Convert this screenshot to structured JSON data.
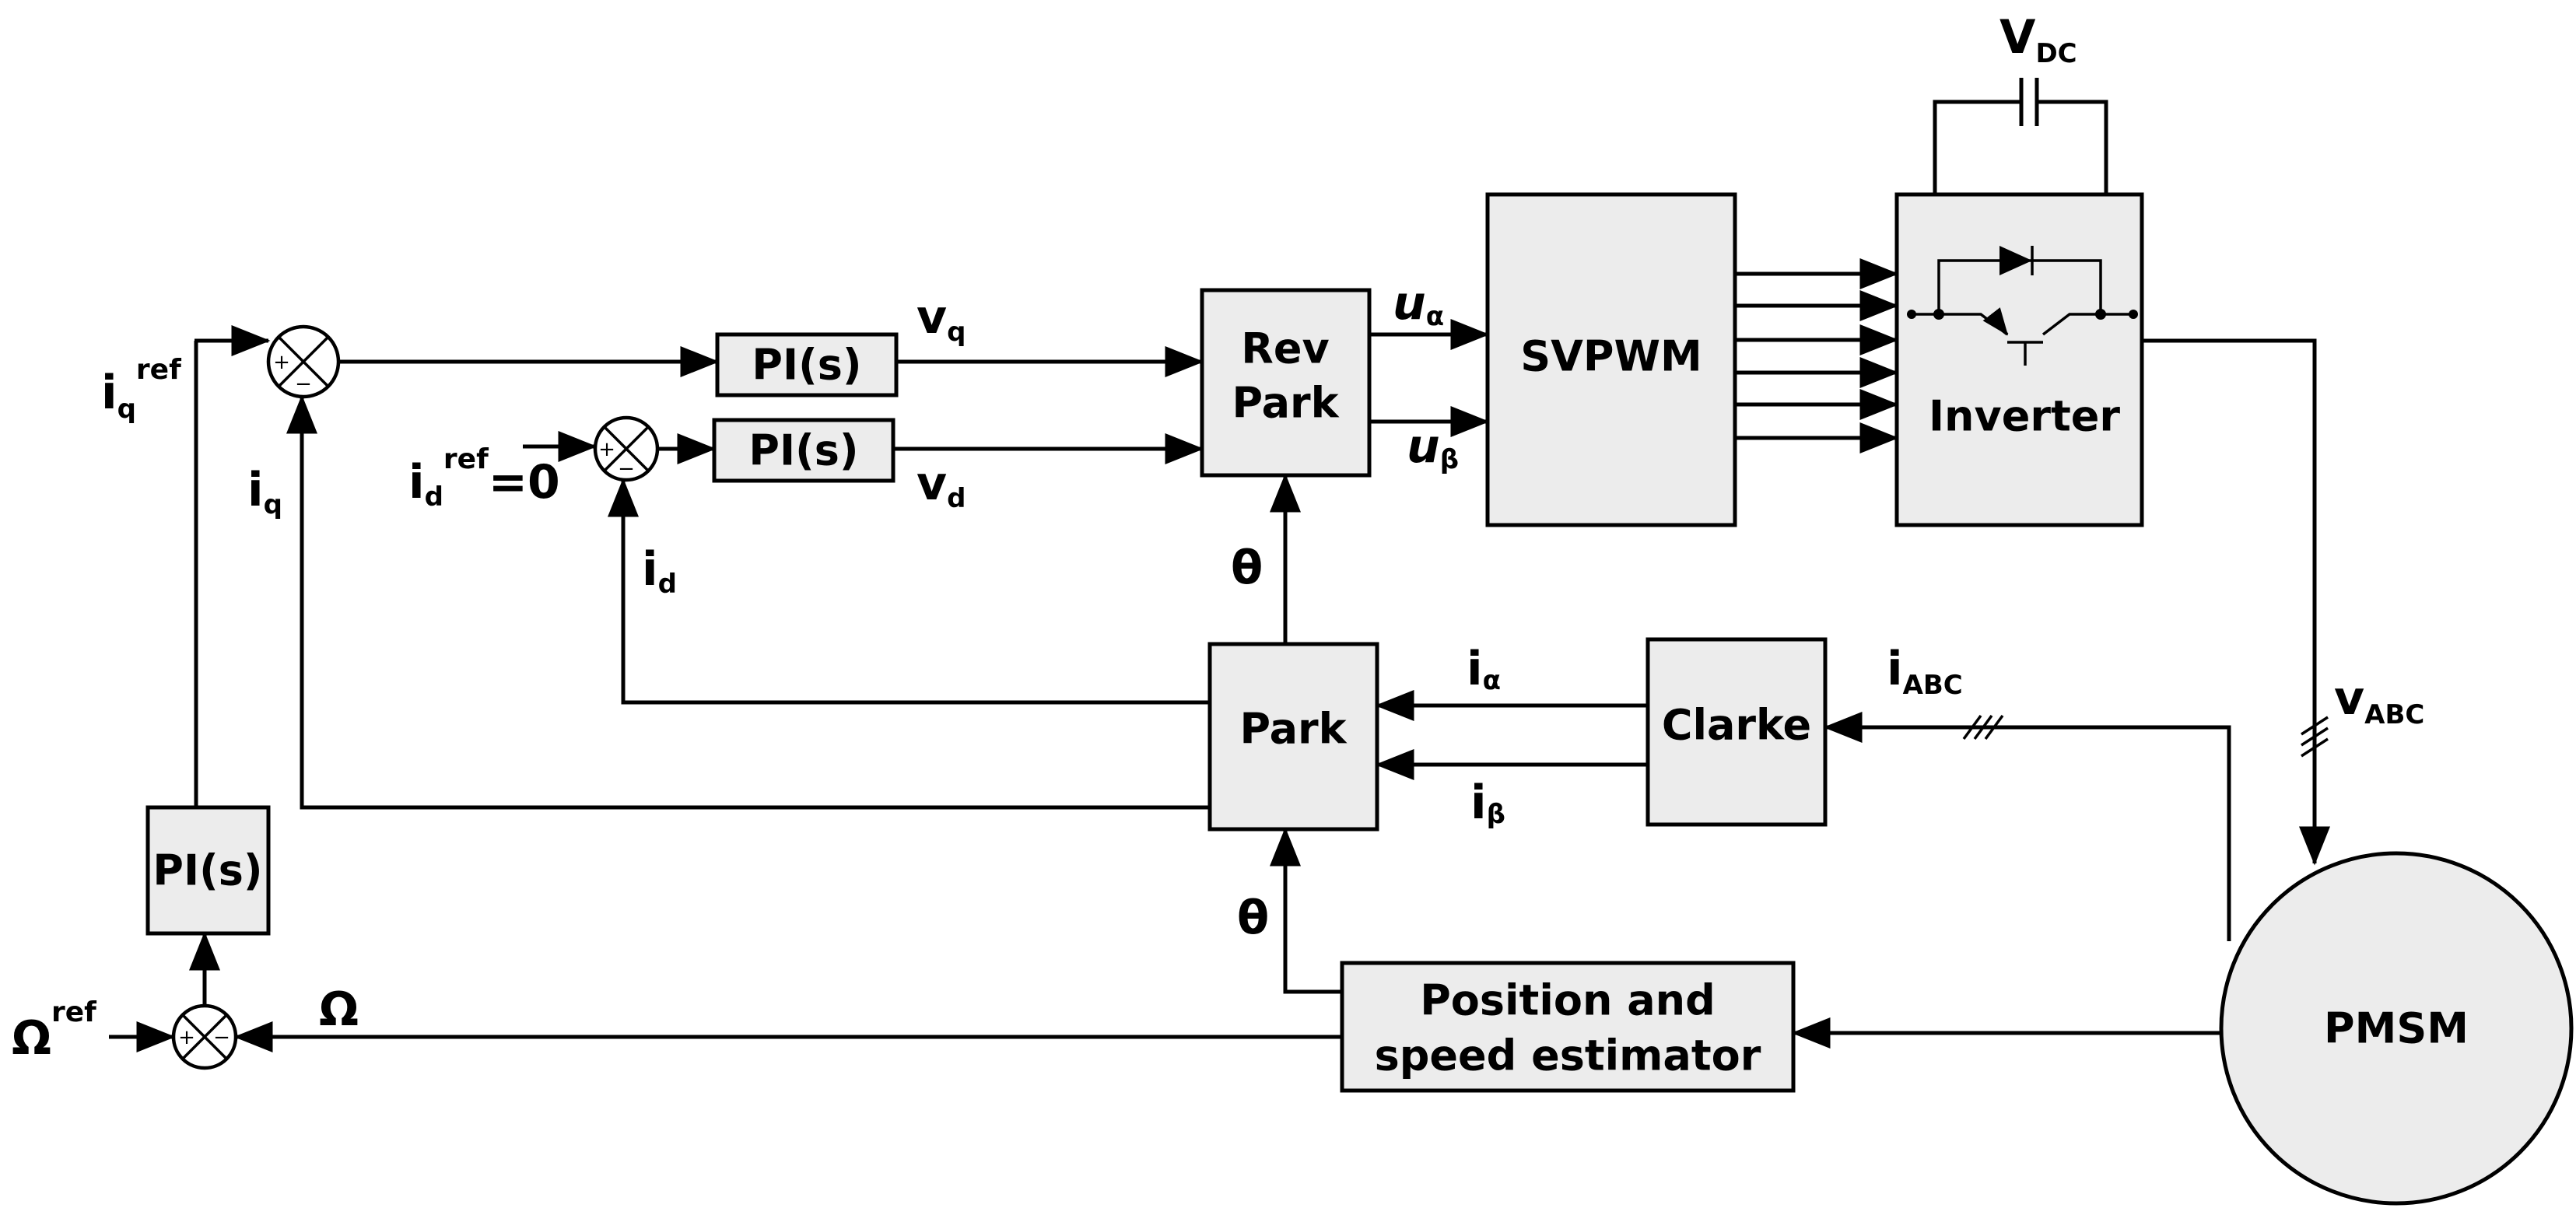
{
  "blocks": {
    "pi_q": "PI(s)",
    "pi_d": "PI(s)",
    "pi_speed": "PI(s)",
    "rev_park_line1": "Rev",
    "rev_park_line2": "Park",
    "svpwm": "SVPWM",
    "inverter": "Inverter",
    "park": "Park",
    "clarke": "Clarke",
    "estimator_line1": "Position and",
    "estimator_line2": "speed estimator",
    "pmsm": "PMSM"
  },
  "signals": {
    "iq_ref": {
      "base": "i",
      "sub": "q",
      "sup": "ref"
    },
    "id_ref": {
      "base": "i",
      "sub": "d",
      "sup": "ref",
      "suffix": "=0"
    },
    "omega_ref": {
      "base": "Ω",
      "sup": "ref"
    },
    "iq": {
      "base": "i",
      "sub": "q"
    },
    "id": {
      "base": "i",
      "sub": "d"
    },
    "vq": {
      "base": "v",
      "sub": "q"
    },
    "vd": {
      "base": "v",
      "sub": "d"
    },
    "u_alpha": {
      "base": "u",
      "sub": "α"
    },
    "u_beta": {
      "base": "u",
      "sub": "β"
    },
    "theta_top": "θ",
    "theta_bottom": "θ",
    "i_alpha": {
      "base": "i",
      "sub": "α"
    },
    "i_beta": {
      "base": "i",
      "sub": "β"
    },
    "i_abc": {
      "base": "i",
      "sub": "ABC"
    },
    "v_abc": {
      "base": "v",
      "sub": "ABC"
    },
    "v_dc": {
      "base": "V",
      "sub": "DC"
    },
    "omega": "Ω"
  },
  "summing_signs": {
    "plus": "+",
    "minus": "−"
  }
}
